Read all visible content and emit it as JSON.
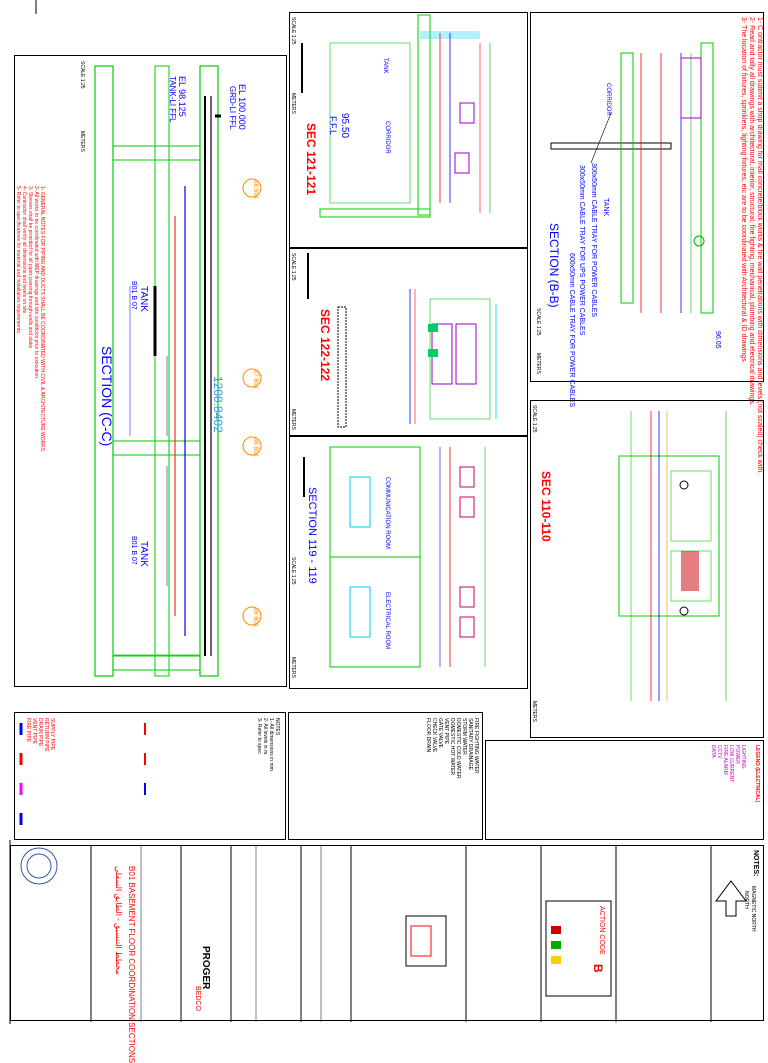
{
  "notes_top": [
    "1- C ontractor must submit a shop drawing for mall concrete/block works & fire wall penetrations with dimensions and levels (not scaled) check with.",
    "2- Read and tally all drawings with architectural, interior, structural, fire fighting, mechanical, plumbing and electrical drawings.",
    "3- The location of fixtures, sprinklers, lighting fixtures, etc are to be coordinated with Architectural & ID drawings."
  ],
  "sections": {
    "sec_bb": {
      "title": "SECTION (B-B)",
      "corridor": "CORRIDOR",
      "tray1": "300x50mm CABLE TRAY FOR POWER CABLES",
      "tray2": "300x50mm CABLE TRAY FOR UPS POWER CABLES",
      "tray3": "600x50mm CABLE TRAY FOR POWER CABLES",
      "tank": "TANK",
      "level": "96.05",
      "scale": "SCALE 1:25",
      "meters": "METERS"
    },
    "sec_121": {
      "title": "SEC 121-121",
      "level": "95.50",
      "ffl": "F.F.L",
      "corridor": "CORRIDOR",
      "tank": "TANK",
      "scale": "SCALE 1:25",
      "meters": "METERS"
    },
    "sec_122": {
      "title": "SEC 122-122",
      "scale": "SCALE 1:25",
      "meters": "METERS"
    },
    "sec_119": {
      "title": "SECTION 119 - 119",
      "comm": "COMMUNICATION ROOM",
      "elec": "ELECTRICAL ROOM",
      "scale": "SCALE 1:25",
      "meters": "METERS"
    },
    "sec_110": {
      "title": "SEC 110-110",
      "scale": "SCALE 1:25",
      "meters": "METERS"
    },
    "sec_cc": {
      "title": "SECTION (C-C)",
      "tank1": "TANK",
      "tank1_id": "B01 B 07",
      "tank2": "TANK",
      "tank2_id": "B01 B 07",
      "dim": "1208.8402",
      "el1": "EL 100.000",
      "el1b": "GRD-LI FFL",
      "el2": "EL 98.125",
      "el2b": "TANK-LI FFL",
      "scale": "SCALE 1:25",
      "meters": "METERS",
      "tags": [
        "08 B01",
        "07 B01",
        "08 B01",
        "06 B01"
      ]
    }
  },
  "legend": {
    "hvac_notes_title": "NOTES",
    "legend_title": "LEGEND (ELECTRICAL)",
    "action_code_label": "ACTION CODE",
    "action_code_value": "B",
    "magnetic_north": "MAGNETIC NORTH",
    "north_label": "NORTH"
  },
  "title_block": {
    "drawing_title_en": "B01 BASEMENT FLOOR COORDINATION SECTIONS",
    "drawing_title_ar": "مخطط التنسيق - الطابق السفلي",
    "contractor": "PROGER",
    "project": "BEDCO",
    "notes_label": "NOTES:"
  }
}
